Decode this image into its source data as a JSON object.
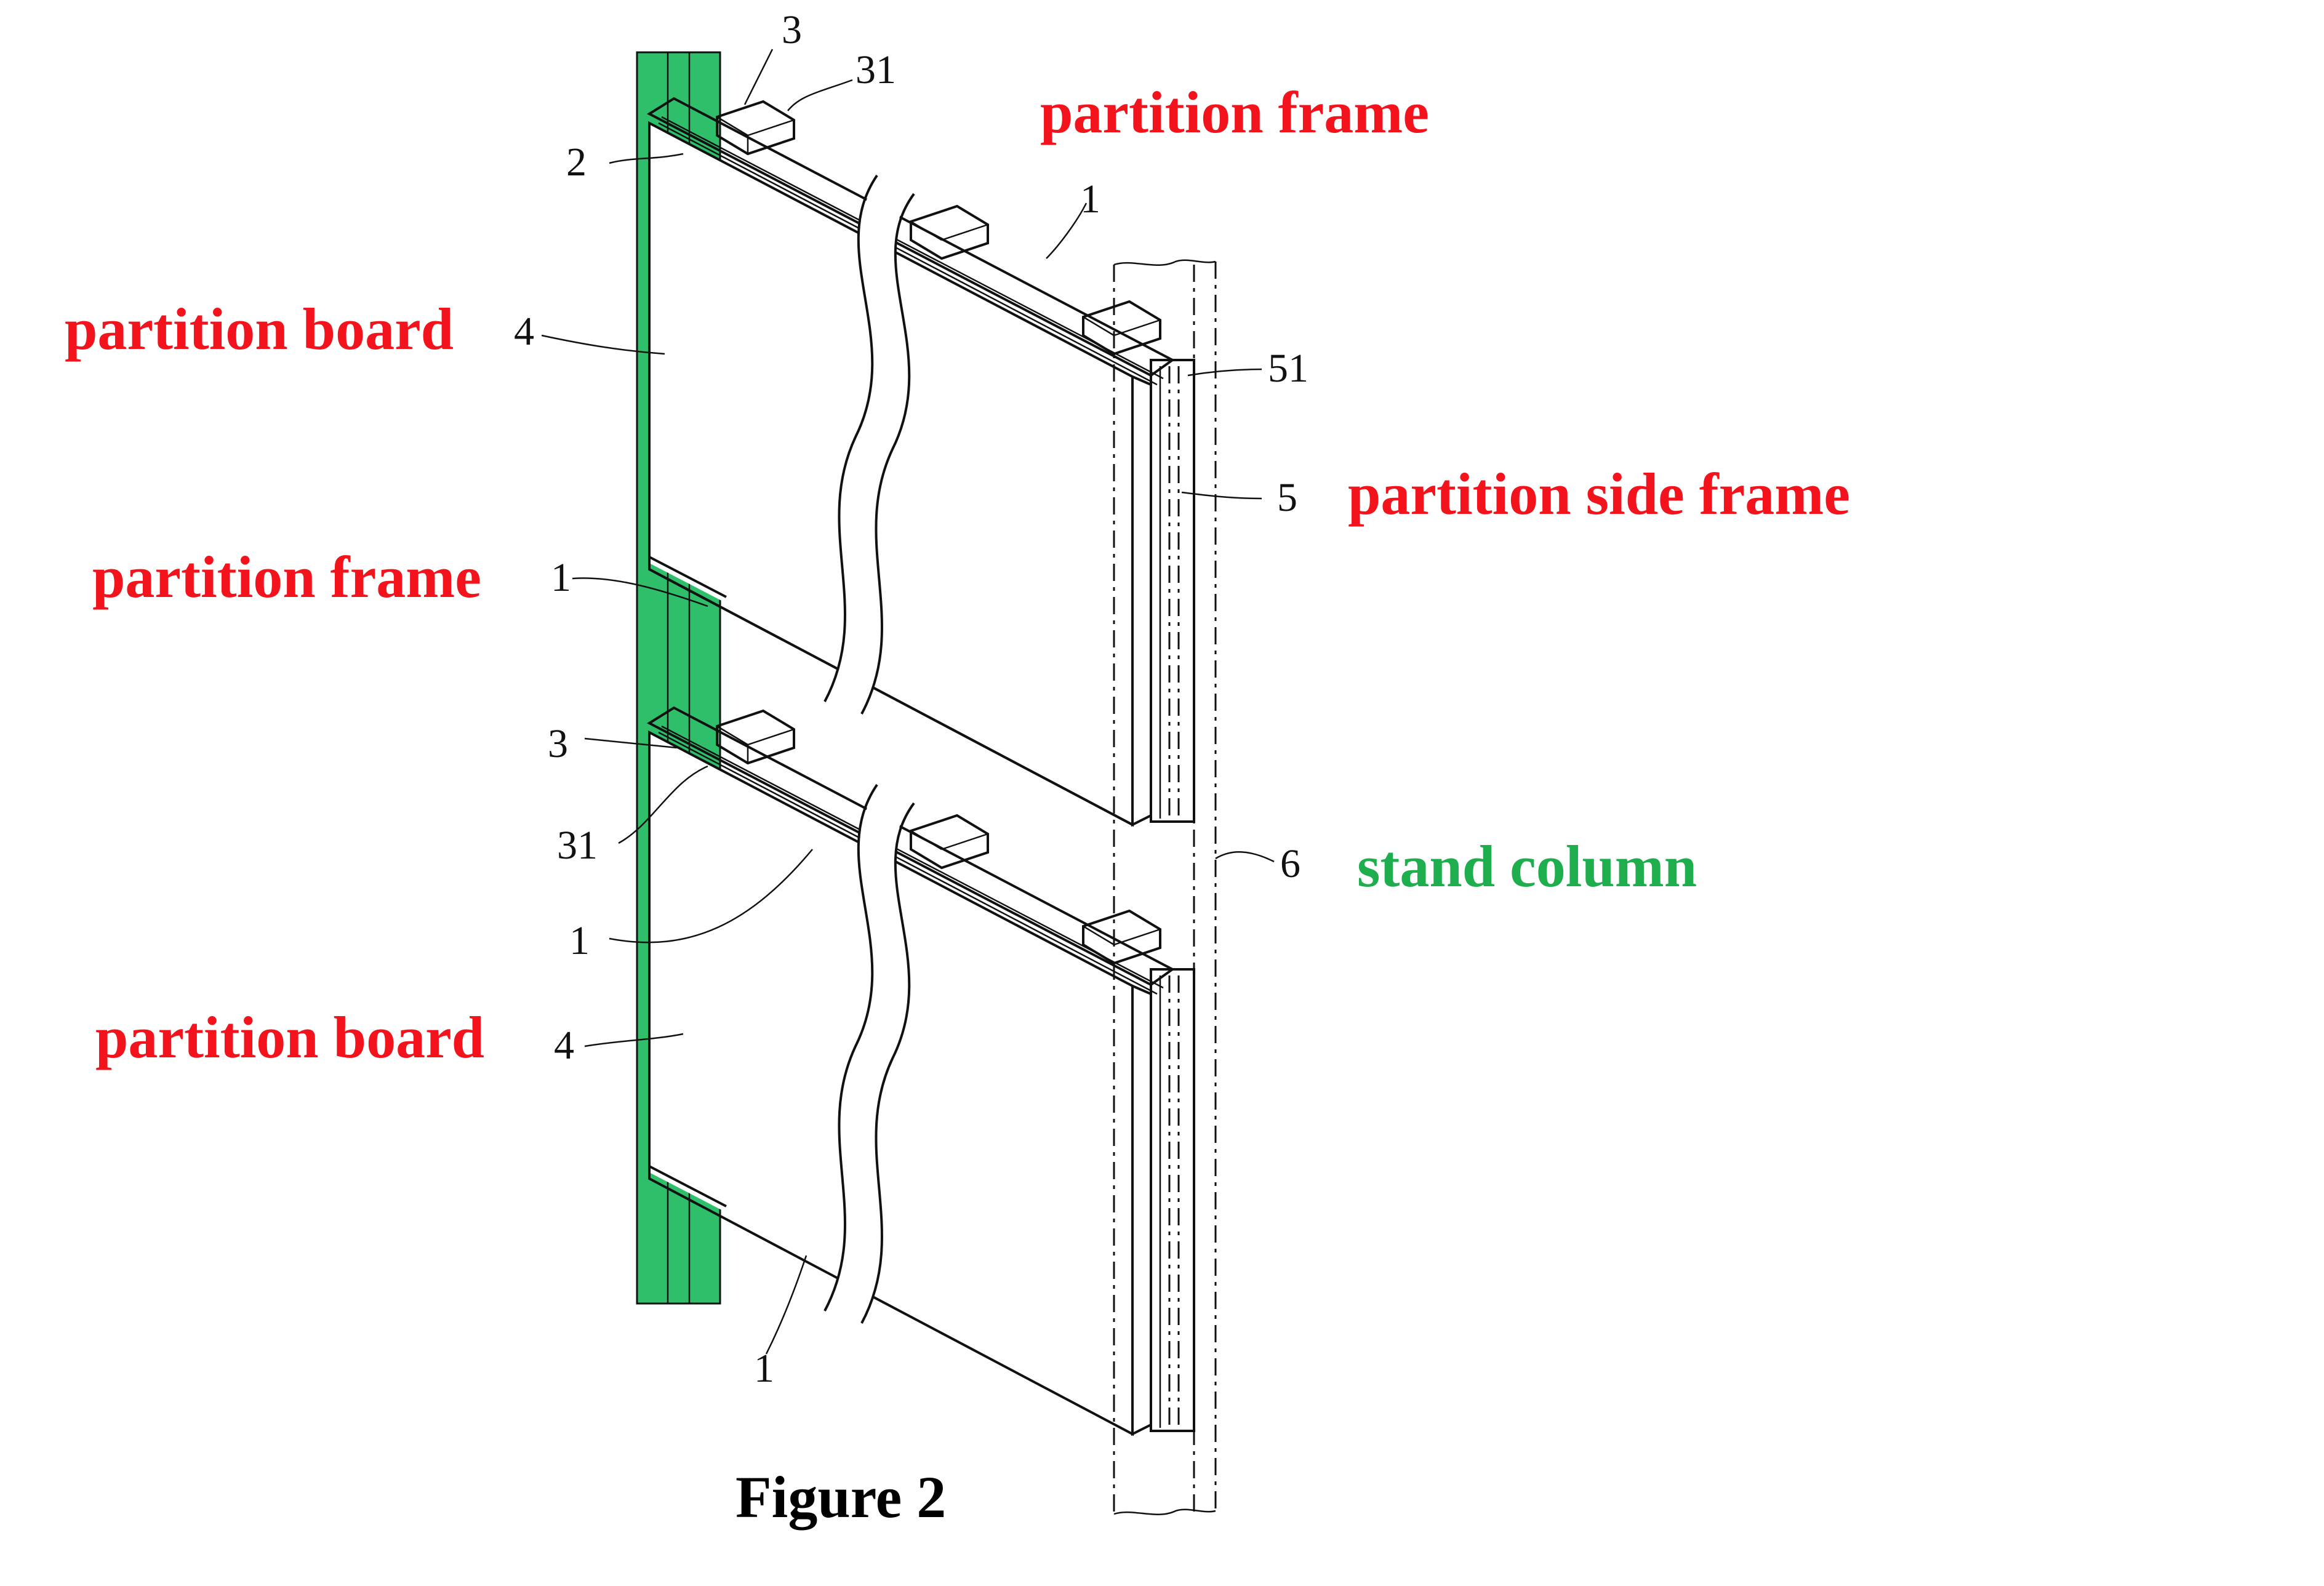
{
  "labels": {
    "top_frame": "partition frame",
    "board_upper": "partition board",
    "frame_middle": "partition frame",
    "side_frame": "partition side frame",
    "board_lower": "partition board",
    "stand_column": "stand column"
  },
  "figure_title": "Figure 2",
  "reference_numerals": {
    "n3_top": "3",
    "n31_top": "31",
    "n2": "2",
    "n1_top": "1",
    "n4_upper": "4",
    "n51": "51",
    "n5": "5",
    "n1_mid": "1",
    "n3_lower": "3",
    "n31_lower": "31",
    "n1_lower": "1",
    "n6": "6",
    "n4_lower": "4",
    "n1_bottom": "1"
  },
  "colors": {
    "label_red": "#f2131c",
    "label_green": "#1fae4e",
    "column_green": "#2fbf6a"
  }
}
